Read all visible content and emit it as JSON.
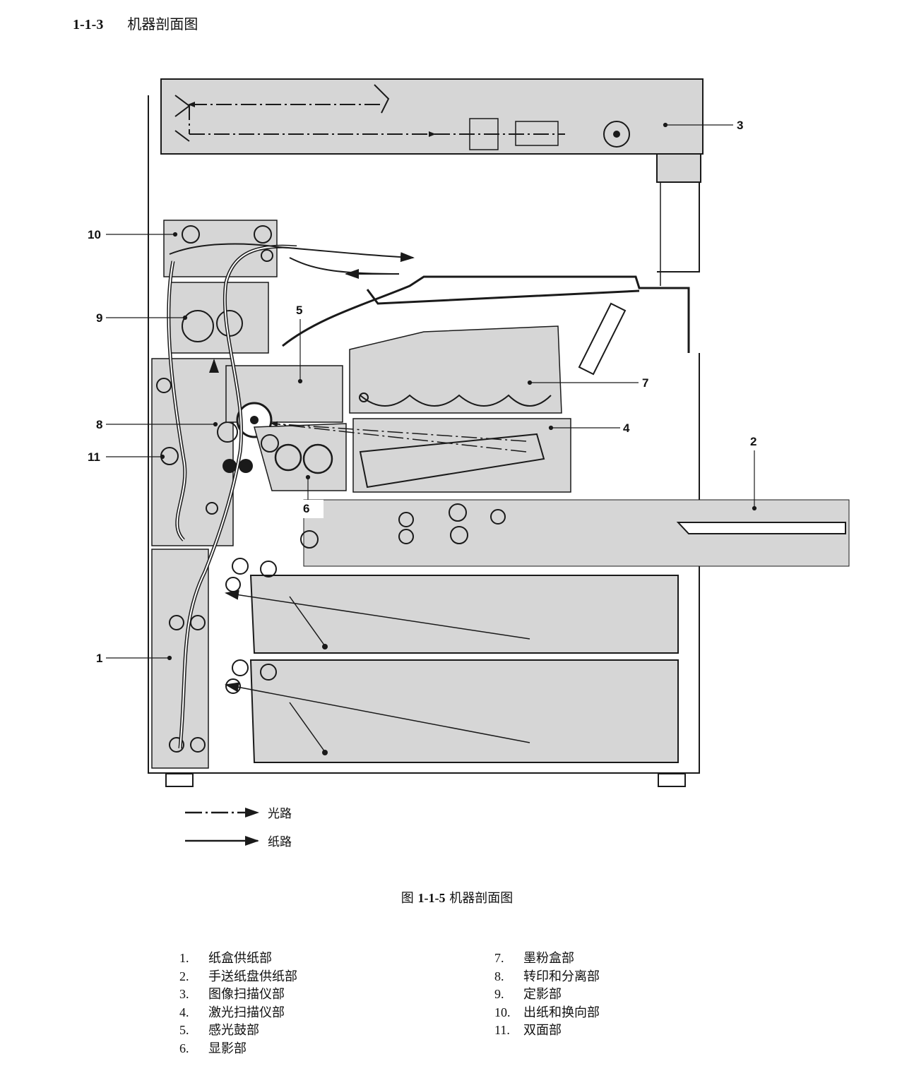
{
  "section": {
    "number": "1-1-3",
    "title": "机器剖面图"
  },
  "diagram": {
    "callouts": [
      "1",
      "2",
      "3",
      "4",
      "5",
      "6",
      "7",
      "8",
      "9",
      "10",
      "11"
    ],
    "legend": {
      "optical_path": "光路",
      "paper_path": "纸路"
    },
    "colors": {
      "fill": "#d6d6d6",
      "line": "#1a1a1a"
    }
  },
  "caption": {
    "prefix": "图",
    "number": "1-1-5",
    "title": "机器剖面图"
  },
  "parts": [
    {
      "num": "1.",
      "label": "纸盒供纸部"
    },
    {
      "num": "2.",
      "label": "手送纸盘供纸部"
    },
    {
      "num": "3.",
      "label": "图像扫描仪部"
    },
    {
      "num": "4.",
      "label": "激光扫描仪部"
    },
    {
      "num": "5.",
      "label": "感光鼓部"
    },
    {
      "num": "6.",
      "label": "显影部"
    },
    {
      "num": "7.",
      "label": "墨粉盒部"
    },
    {
      "num": "8.",
      "label": "转印和分离部"
    },
    {
      "num": "9.",
      "label": "定影部"
    },
    {
      "num": "10.",
      "label": "出纸和换向部"
    },
    {
      "num": "11.",
      "label": "双面部"
    }
  ]
}
